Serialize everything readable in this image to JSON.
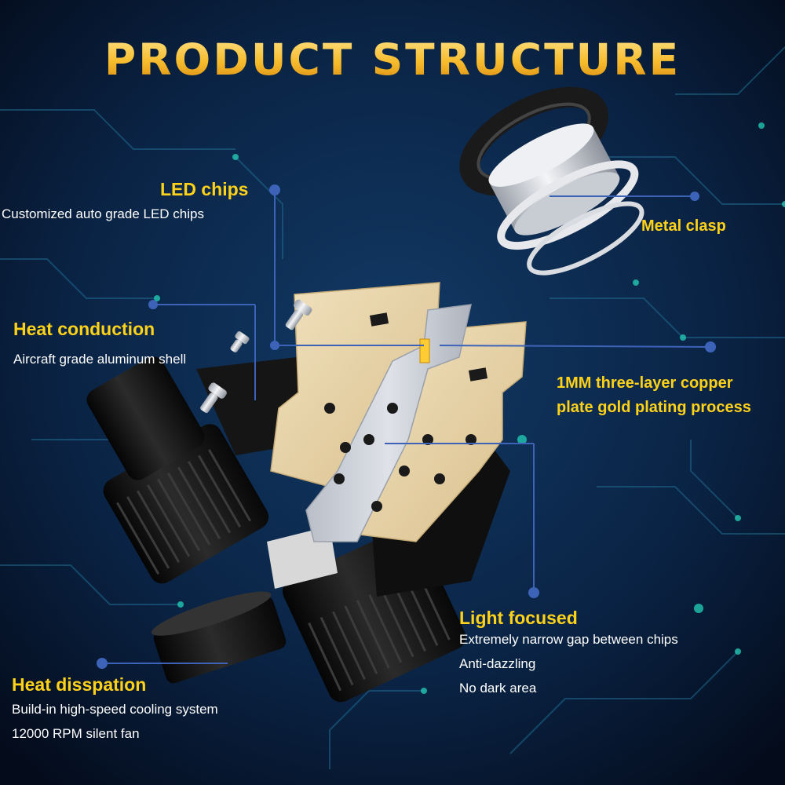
{
  "title": "PRODUCT STRUCTURE",
  "callouts": {
    "led_chips": {
      "label": "LED chips",
      "desc": "Customized auto grade LED chips"
    },
    "heat_conduction": {
      "label": "Heat conduction",
      "desc": "Aircraft grade aluminum shell"
    },
    "metal_clasp": {
      "label": "Metal clasp"
    },
    "copper_plate": {
      "line1": "1MM three-layer copper",
      "line2": "plate gold plating process"
    },
    "light_focused": {
      "label": "Light focused",
      "lines": [
        "Extremely narrow gap between chips",
        "Anti-dazzling",
        "No dark area"
      ]
    },
    "heat_dissipation": {
      "label": "Heat disspation",
      "lines": [
        "Build-in high-speed cooling system",
        "12000 RPM silent fan"
      ]
    }
  },
  "colors": {
    "background": "#06142a",
    "title_gold": "#f3b52a",
    "label_yellow": "#ffd21a",
    "leader_line": "#3d63b8",
    "pcb_glow": "#22c7b2",
    "copper_board": "#e9d6ae",
    "aluminum_plate": "#c9cdd6",
    "shell_black": "#141414"
  }
}
